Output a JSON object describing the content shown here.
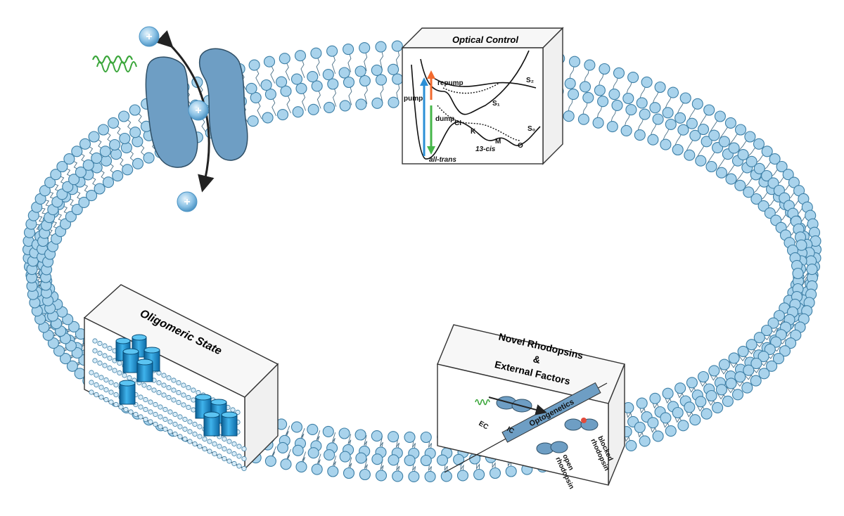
{
  "panels": {
    "optical_control": {
      "title": "Optical Control",
      "labels": {
        "pump": "pump",
        "repump": "repump",
        "dump": "dump",
        "s2": "S₂",
        "s1": "S₁",
        "s0": "S₀",
        "ci": "CI",
        "k": "K",
        "m": "M",
        "o": "O",
        "cis": "13-cis",
        "trans": "all-trans"
      }
    },
    "oligomeric_state": {
      "title": "Oligomeric State"
    },
    "novel_rhodopsins": {
      "title_line1": "Novel Rhodopsins",
      "title_line2": "&",
      "title_line3": "External Factors",
      "labels": {
        "optogenetics": "Optogenetics",
        "ec": "EC",
        "ic": "IC",
        "open": "open",
        "open2": "rhodopsin",
        "blocked": "blocked",
        "blocked2": "rhodopsin"
      }
    }
  },
  "ions": {
    "symbol": "+"
  },
  "colors": {
    "lipid_head": "#a9d3ec",
    "lipid_stroke": "#3d7fa6",
    "channel": "#6e9ec4",
    "wave": "#3aa63a",
    "cylinder": "#1e8fcf",
    "pump_arrow": "#2b8fd6",
    "repump_arrow": "#f26a2e",
    "dump_arrow": "#45b649"
  }
}
